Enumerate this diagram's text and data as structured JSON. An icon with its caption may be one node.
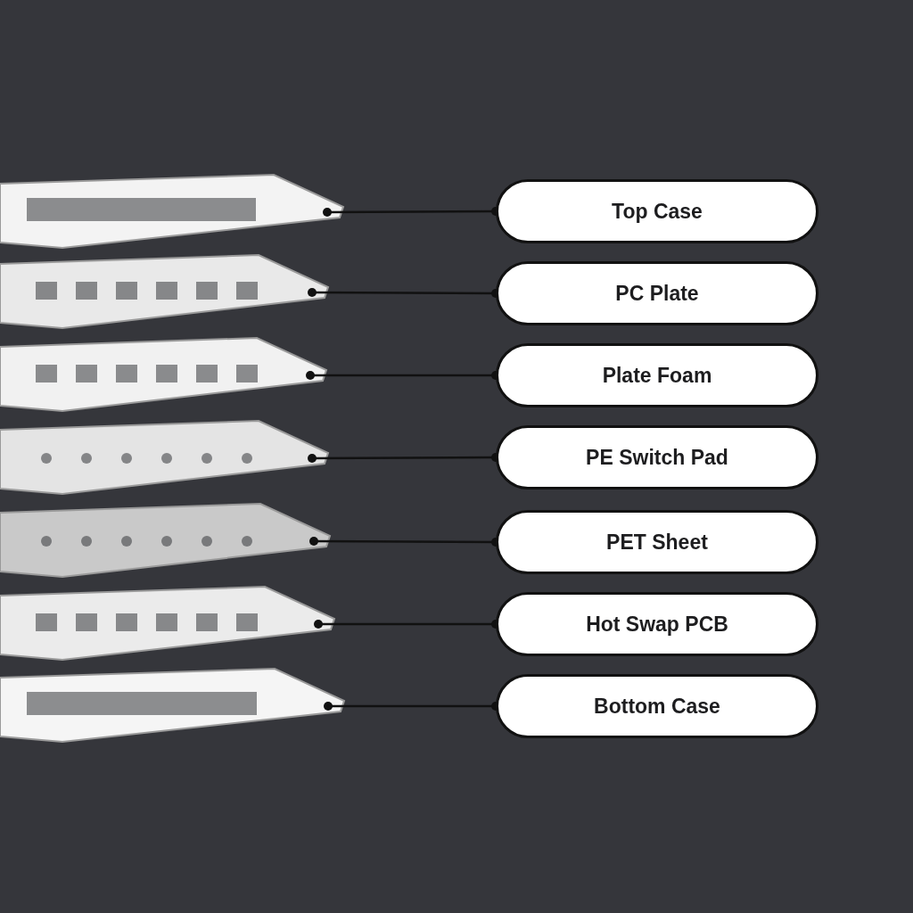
{
  "diagram": {
    "nodes": [
      {
        "text": [
          "Top Case"
        ]
      },
      {
        "text": [
          "PC Plate"
        ]
      },
      {
        "text": [
          "Plate Foam"
        ]
      },
      {
        "text": [
          "PE Switch Pad"
        ]
      },
      {
        "text": [
          "PET Sheet"
        ]
      },
      {
        "text": [
          "Hot Swap PCB"
        ]
      },
      {
        "text": [
          "Bottom Case"
        ]
      },
      {
        "text": [],
        "shape": "picture"
      },
      {
        "text": [],
        "shape": "picture"
      },
      {
        "text": [],
        "shape": "picture"
      },
      {
        "text": [],
        "shape": "picture"
      },
      {
        "text": [],
        "shape": "picture"
      },
      {
        "text": [],
        "shape": "picture"
      },
      {
        "text": [],
        "shape": "picture"
      }
    ],
    "edges": [
      {
        "from": 0,
        "to": 7,
        "arrow": "other"
      },
      {
        "from": 1,
        "to": 8,
        "arrow": "other"
      },
      {
        "from": 2,
        "to": 9,
        "arrow": "other"
      },
      {
        "from": 3,
        "to": 10,
        "arrow": "other"
      },
      {
        "from": 4,
        "to": 11,
        "arrow": "other"
      },
      {
        "from": 5,
        "to": 12,
        "arrow": "other"
      },
      {
        "from": 6,
        "to": 13,
        "arrow": "other"
      }
    ]
  }
}
